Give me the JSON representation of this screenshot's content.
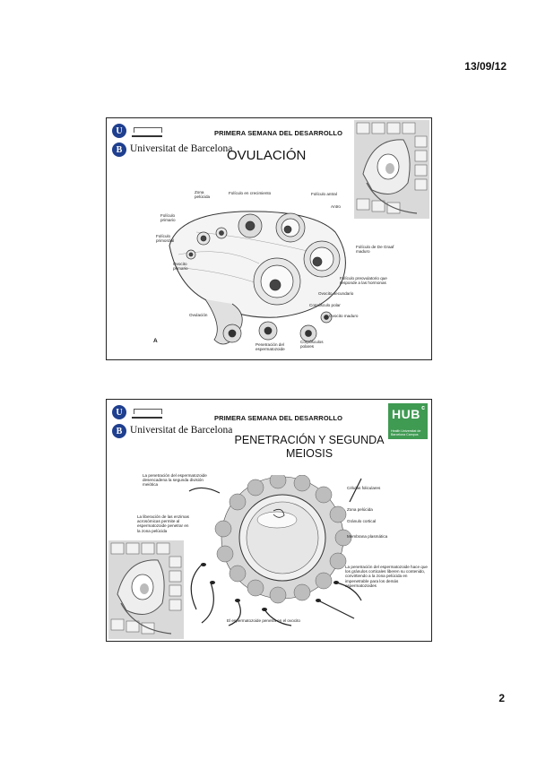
{
  "page": {
    "date": "13/09/12",
    "number": "2"
  },
  "logo": {
    "u": "U",
    "b": "B",
    "name": "Universitat de Barcelona"
  },
  "hub": {
    "text": "HUB",
    "sup": "c",
    "sub": "Health Universitat de Barcelona Campus"
  },
  "slides": [
    {
      "header": "PRIMERA SEMANA DEL DESARROLLO",
      "title": "OVULACIÓN",
      "plate": "A",
      "labels": {
        "zona": "Zona pelúcida",
        "crecimiento": "Folículo en crecimiento",
        "antral": "Folículo antral",
        "antro": "Antro",
        "primario": "Folículo primario",
        "primordial": "Folículo primordial",
        "ovocito_primario": "Ovocito primario",
        "degraaf": "Folículo de De Graaf maduro",
        "preovulatorio": "Folículo preovulatorio que responde a las hormonas",
        "ovocito_secundario": "Ovocito secundario",
        "corpusculo": "Corpúsculo polar",
        "ovocito_maduro": "Ovocito maduro",
        "ovulacion": "Ovulación",
        "penetracion": "Penetración del espermatozoide",
        "corpusculos": "Corpúsculos polares"
      }
    },
    {
      "header": "PRIMERA SEMANA DEL DESARROLLO",
      "title": "PENETRACIÓN Y SEGUNDA MEIOSIS",
      "labels": {
        "penetracion": "La penetración del espermatozoide desencadena la segunda división meiótica",
        "foliculares": "Células foliculares",
        "liberacion": "La liberación de las enzimas acrosómicas permite al espermatozoide penetrar en la zona pelúcida",
        "zona": "Zona pelúcida",
        "granulo": "Gránulo cortical",
        "membrana": "Membrana plasmática",
        "cortical": "La penetración del espermatozoide hace que los gránulos corticales liberen su contenido, convirtiendo a la zona pelúcida en impenetrable para los demás espermatozoides",
        "penetra": "El espermatozoide penetra en el ovocito"
      }
    }
  ]
}
